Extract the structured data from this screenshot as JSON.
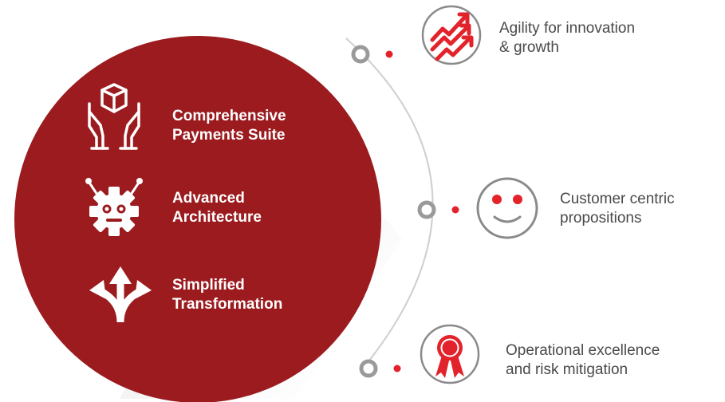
{
  "circle": {
    "color": "#9b1b1f",
    "items": [
      {
        "label": "Comprehensive\nPayments Suite",
        "icon": "hands-holding-box-icon"
      },
      {
        "label": "Advanced\nArchitecture",
        "icon": "robot-gear-icon"
      },
      {
        "label": "Simplified\nTransformation",
        "icon": "split-arrows-icon"
      }
    ]
  },
  "benefits": [
    {
      "label": "Agility for innovation\n& growth",
      "icon": "growth-arrows-icon"
    },
    {
      "label": "Customer centric\npropositions",
      "icon": "smiley-face-icon"
    },
    {
      "label": "Operational excellence\nand risk mitigation",
      "icon": "award-ribbon-icon"
    }
  ],
  "colors": {
    "accent": "#e3232b",
    "connector": "#9a9a9a",
    "arc": "#cfcfcf"
  }
}
